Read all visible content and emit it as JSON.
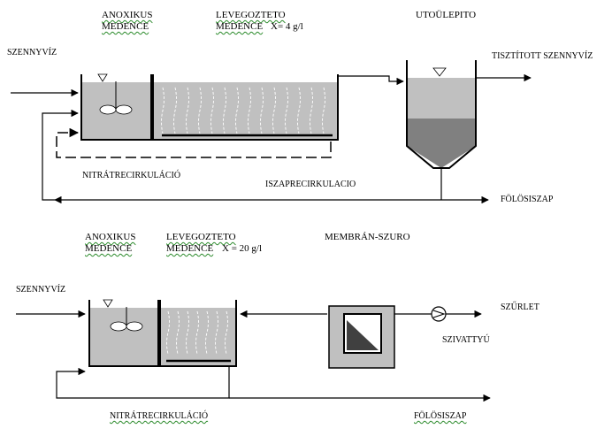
{
  "upper": {
    "anoxic_line1": "ANOXIKUS",
    "anoxic_line2": "MEDENCE",
    "aeration_line1": "LEVEGOZTETO",
    "aeration_line2": "MEDENCE",
    "aeration_conc": "X= 4 g/l",
    "settler": "UTOÜLEPITO",
    "inlet": "SZENNYVÍZ",
    "outlet": "TISZTÍTOTT SZENNYVÍZ",
    "nitrate_recirc": "NITRÁTRECIRKULÁCIÓ",
    "sludge_recirc": "ISZAPRECIRKULACIO",
    "excess_sludge": "FÖLÖSISZAP"
  },
  "lower": {
    "anoxic_line1": "ANOXIKUS",
    "anoxic_line2": "MEDENCE",
    "aeration_line1": "LEVEGOZTETO",
    "aeration_line2": "MEDENCE",
    "aeration_conc": "X = 20 g/l",
    "membrane": "MEMBRÁN-SZURO",
    "inlet": "SZENNYVÍZ",
    "filtrate": "SZŰRLET",
    "pump": "SZIVATTYÚ",
    "nitrate_recirc": "NITRÁTRECIRKULÁCIÓ",
    "excess_sludge": "FÖLÖSISZAP"
  },
  "colors": {
    "liquid": "#c0c0c0",
    "sludge": "#808080",
    "line": "#000000",
    "squiggle_underline": "#2a8a2a"
  }
}
